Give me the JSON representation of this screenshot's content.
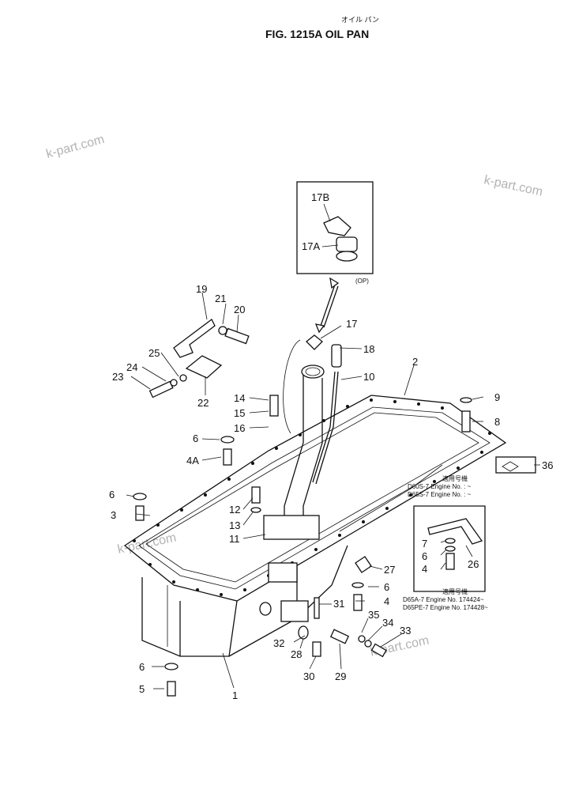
{
  "header": {
    "japanese_title": "オイル パン",
    "figure_title": "FIG. 1215A  OIL  PAN"
  },
  "watermarks": [
    "k-part.com",
    "k-part.com",
    "k-part.com",
    "k-part.com"
  ],
  "inset_op": {
    "labels": [
      "17B",
      "17A"
    ],
    "note": "(OP)"
  },
  "callouts": {
    "c1": "1",
    "c2": "2",
    "c3": "3",
    "c4": "4",
    "c4b": "4",
    "c4A": "4A",
    "c5": "5",
    "c6a": "6",
    "c6b": "6",
    "c6c": "6",
    "c6d": "6",
    "c6e": "6",
    "c7": "7",
    "c8": "8",
    "c9": "9",
    "c10": "10",
    "c11": "11",
    "c12": "12",
    "c13": "13",
    "c14": "14",
    "c15": "15",
    "c16": "16",
    "c17": "17",
    "c18": "18",
    "c19": "19",
    "c20": "20",
    "c21": "21",
    "c22": "22",
    "c23": "23",
    "c24": "24",
    "c25": "25",
    "c26": "26",
    "c27": "27",
    "c28": "28",
    "c29": "29",
    "c30": "30",
    "c31": "31",
    "c32": "32",
    "c33": "33",
    "c34": "34",
    "c35": "35",
    "c36": "36"
  },
  "applicability_upper": {
    "heading": "適用号機",
    "row1": "D60S-7  Engine  No.    :  ~",
    "row2": "D65S-7  Engine  No.    :  ~"
  },
  "applicability_lower": {
    "heading": "適用号機",
    "row1": "D65A-7    Engine  No. 174424~",
    "row2": "D65PE-7  Engine  No. 174428~"
  }
}
